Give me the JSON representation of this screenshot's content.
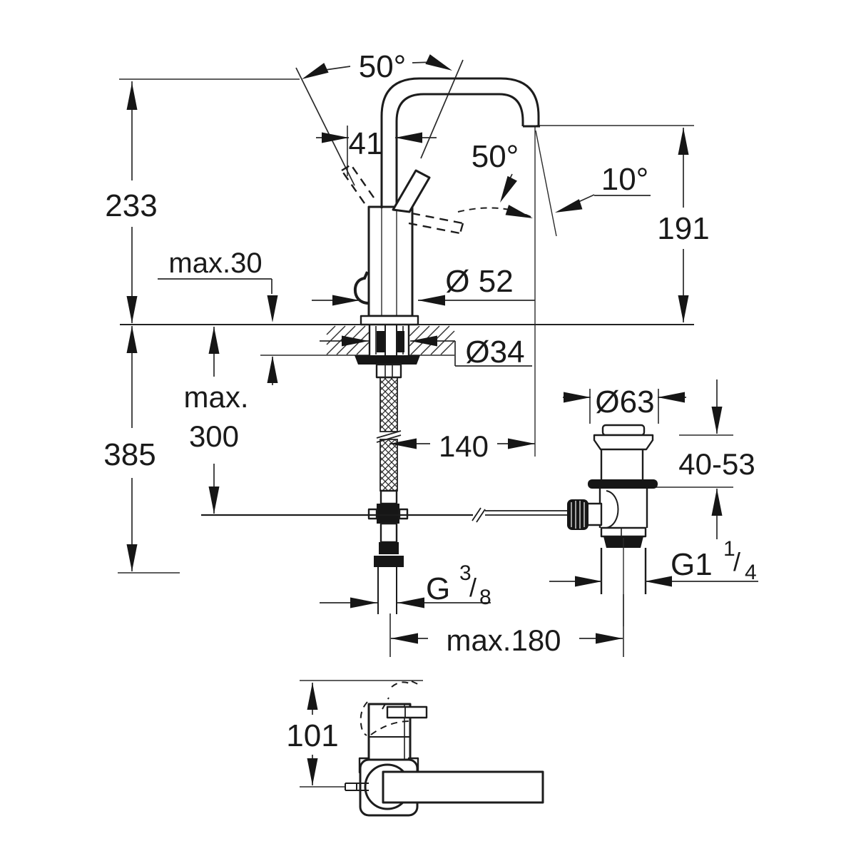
{
  "drawing": {
    "type": "technical dimension drawing",
    "subject": "Single-lever basin mixer tap with high swivel U-spout and pop-up waste set",
    "units": "mm",
    "line_color": "#1a1a1a",
    "background_color": "#ffffff"
  },
  "labels": {
    "swivel_angle_top": "50°",
    "handle_width": "41",
    "swivel_angle_mid": "50°",
    "spout_angle": "10°",
    "height_to_spout_top": "233",
    "spout_outlet_height": "191",
    "max_deck_thickness": "max.30",
    "body_diameter": "Ø 52",
    "hole_diameter": "Ø34",
    "max_hose_length_line1": "max.",
    "max_hose_length_line2": "300",
    "overall_height_below": "385",
    "waste_flange_diameter": "Ø63",
    "spout_projection": "140",
    "waste_clamping_range": "40-53",
    "waste_thread_base": "G1",
    "waste_thread_sup": "1",
    "waste_thread_slash": "/",
    "waste_thread_sub": "4",
    "supply_thread_base": "G",
    "supply_thread_sup": "3",
    "supply_thread_slash": "/",
    "supply_thread_sub": "8",
    "max_waste_offset": "max.180",
    "top_view_depth": "101"
  }
}
